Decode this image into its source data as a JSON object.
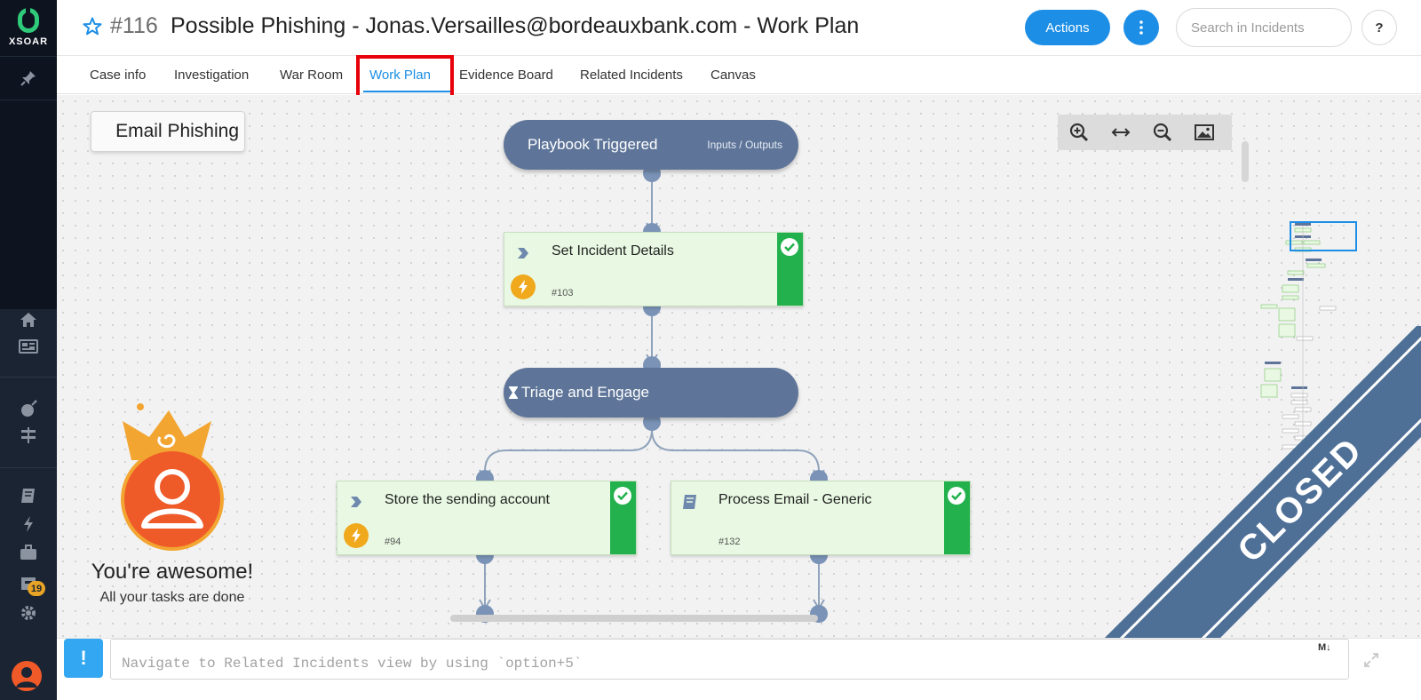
{
  "app": {
    "logo_text": "XSOAR"
  },
  "incident": {
    "number": "#116",
    "title": "Possible Phishing - Jonas.Versailles@bordeauxbank.com - Work Plan"
  },
  "header": {
    "actions_label": "Actions",
    "search_placeholder": "Search in Incidents",
    "help_label": "?"
  },
  "tabs": [
    {
      "label": "Case info",
      "active": false
    },
    {
      "label": "Investigation",
      "active": false
    },
    {
      "label": "War Room",
      "active": false
    },
    {
      "label": "Work Plan",
      "active": true
    },
    {
      "label": "Evidence Board",
      "active": false
    },
    {
      "label": "Related Incidents",
      "active": false
    },
    {
      "label": "Canvas",
      "active": false
    }
  ],
  "sidebar": {
    "integrations_badge": "19",
    "icons": [
      "pin-icon",
      "home-icon",
      "dashboard-icon",
      "threat-intel-icon",
      "jobs-icon",
      "playbooks-icon",
      "automation-icon",
      "incidents-icon",
      "marketplace-icon",
      "settings-icon",
      "user-avatar"
    ]
  },
  "workplan": {
    "playbook_name": "Email Phishing",
    "nodes": {
      "start": {
        "label": "Playbook Triggered",
        "link": "Inputs / Outputs"
      },
      "set_details": {
        "label": "Set Incident Details",
        "task_id": "#103",
        "status": "completed"
      },
      "triage": {
        "label": "Triage and Engage"
      },
      "store_account": {
        "label": "Store the sending account",
        "task_id": "#94",
        "status": "completed"
      },
      "process_email": {
        "label": "Process Email - Generic",
        "task_id": "#132",
        "status": "completed"
      }
    },
    "empty_state": {
      "title": "You're awesome!",
      "subtitle": "All your tasks are done"
    },
    "status_ribbon": "CLOSED"
  },
  "cli": {
    "button_label": "!",
    "placeholder": "Navigate to Related Incidents view by using `option+5`",
    "markdown_label": "M↓"
  },
  "colors": {
    "accent": "#1d8ee6",
    "node_header": "#5e7599",
    "task_done": "#22b14c",
    "task_bg": "#e8f8e2",
    "highlight": "#e8000a",
    "ribbon": "#4e6f96"
  }
}
